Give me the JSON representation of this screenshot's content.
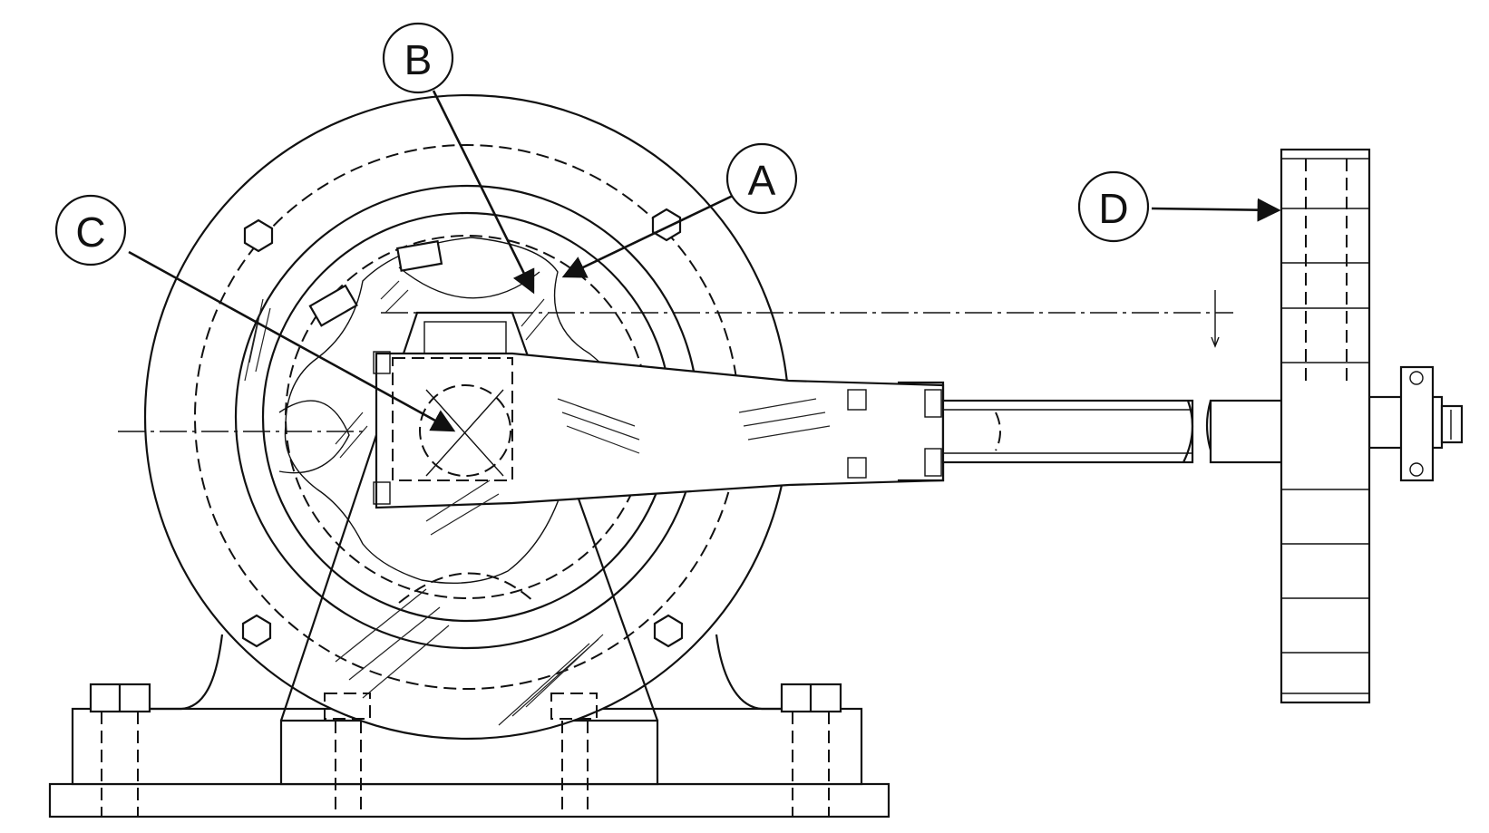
{
  "labels": {
    "A": "A",
    "B": "B",
    "C": "C",
    "D": "D"
  },
  "colors": {
    "ink": "#111111",
    "paper": "#ffffff"
  }
}
